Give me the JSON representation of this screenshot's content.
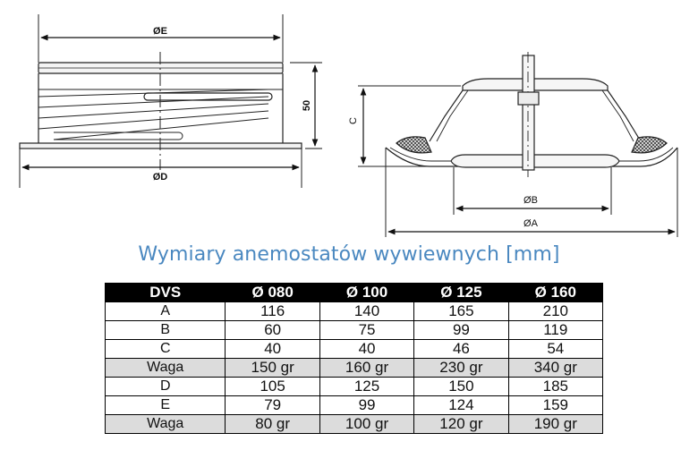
{
  "drawing": {
    "left": {
      "label_top_diameter": "ØE",
      "label_bottom_diameter": "ØD",
      "label_height": "50"
    },
    "right": {
      "label_height": "C",
      "label_inner_diameter": "ØB",
      "label_outer_diameter": "ØA"
    }
  },
  "caption": "Wymiary anemostatów wywiewnych [mm]",
  "table": {
    "headers": [
      "DVS",
      "Ø 080",
      "Ø 100",
      "Ø 125",
      "Ø 160"
    ],
    "rows": [
      {
        "label": "A",
        "values": [
          "116",
          "140",
          "165",
          "210"
        ],
        "shaded": false
      },
      {
        "label": "B",
        "values": [
          "60",
          "75",
          "99",
          "119"
        ],
        "shaded": false
      },
      {
        "label": "C",
        "values": [
          "40",
          "40",
          "46",
          "54"
        ],
        "shaded": false
      },
      {
        "label": "Waga",
        "values": [
          "150 gr",
          "160 gr",
          "230 gr",
          "340 gr"
        ],
        "shaded": true
      },
      {
        "label": "D",
        "values": [
          "105",
          "125",
          "150",
          "185"
        ],
        "shaded": false
      },
      {
        "label": "E",
        "values": [
          "79",
          "99",
          "124",
          "159"
        ],
        "shaded": false
      },
      {
        "label": "Waga",
        "values": [
          "80 gr",
          "100 gr",
          "120 gr",
          "190 gr"
        ],
        "shaded": true
      }
    ]
  }
}
